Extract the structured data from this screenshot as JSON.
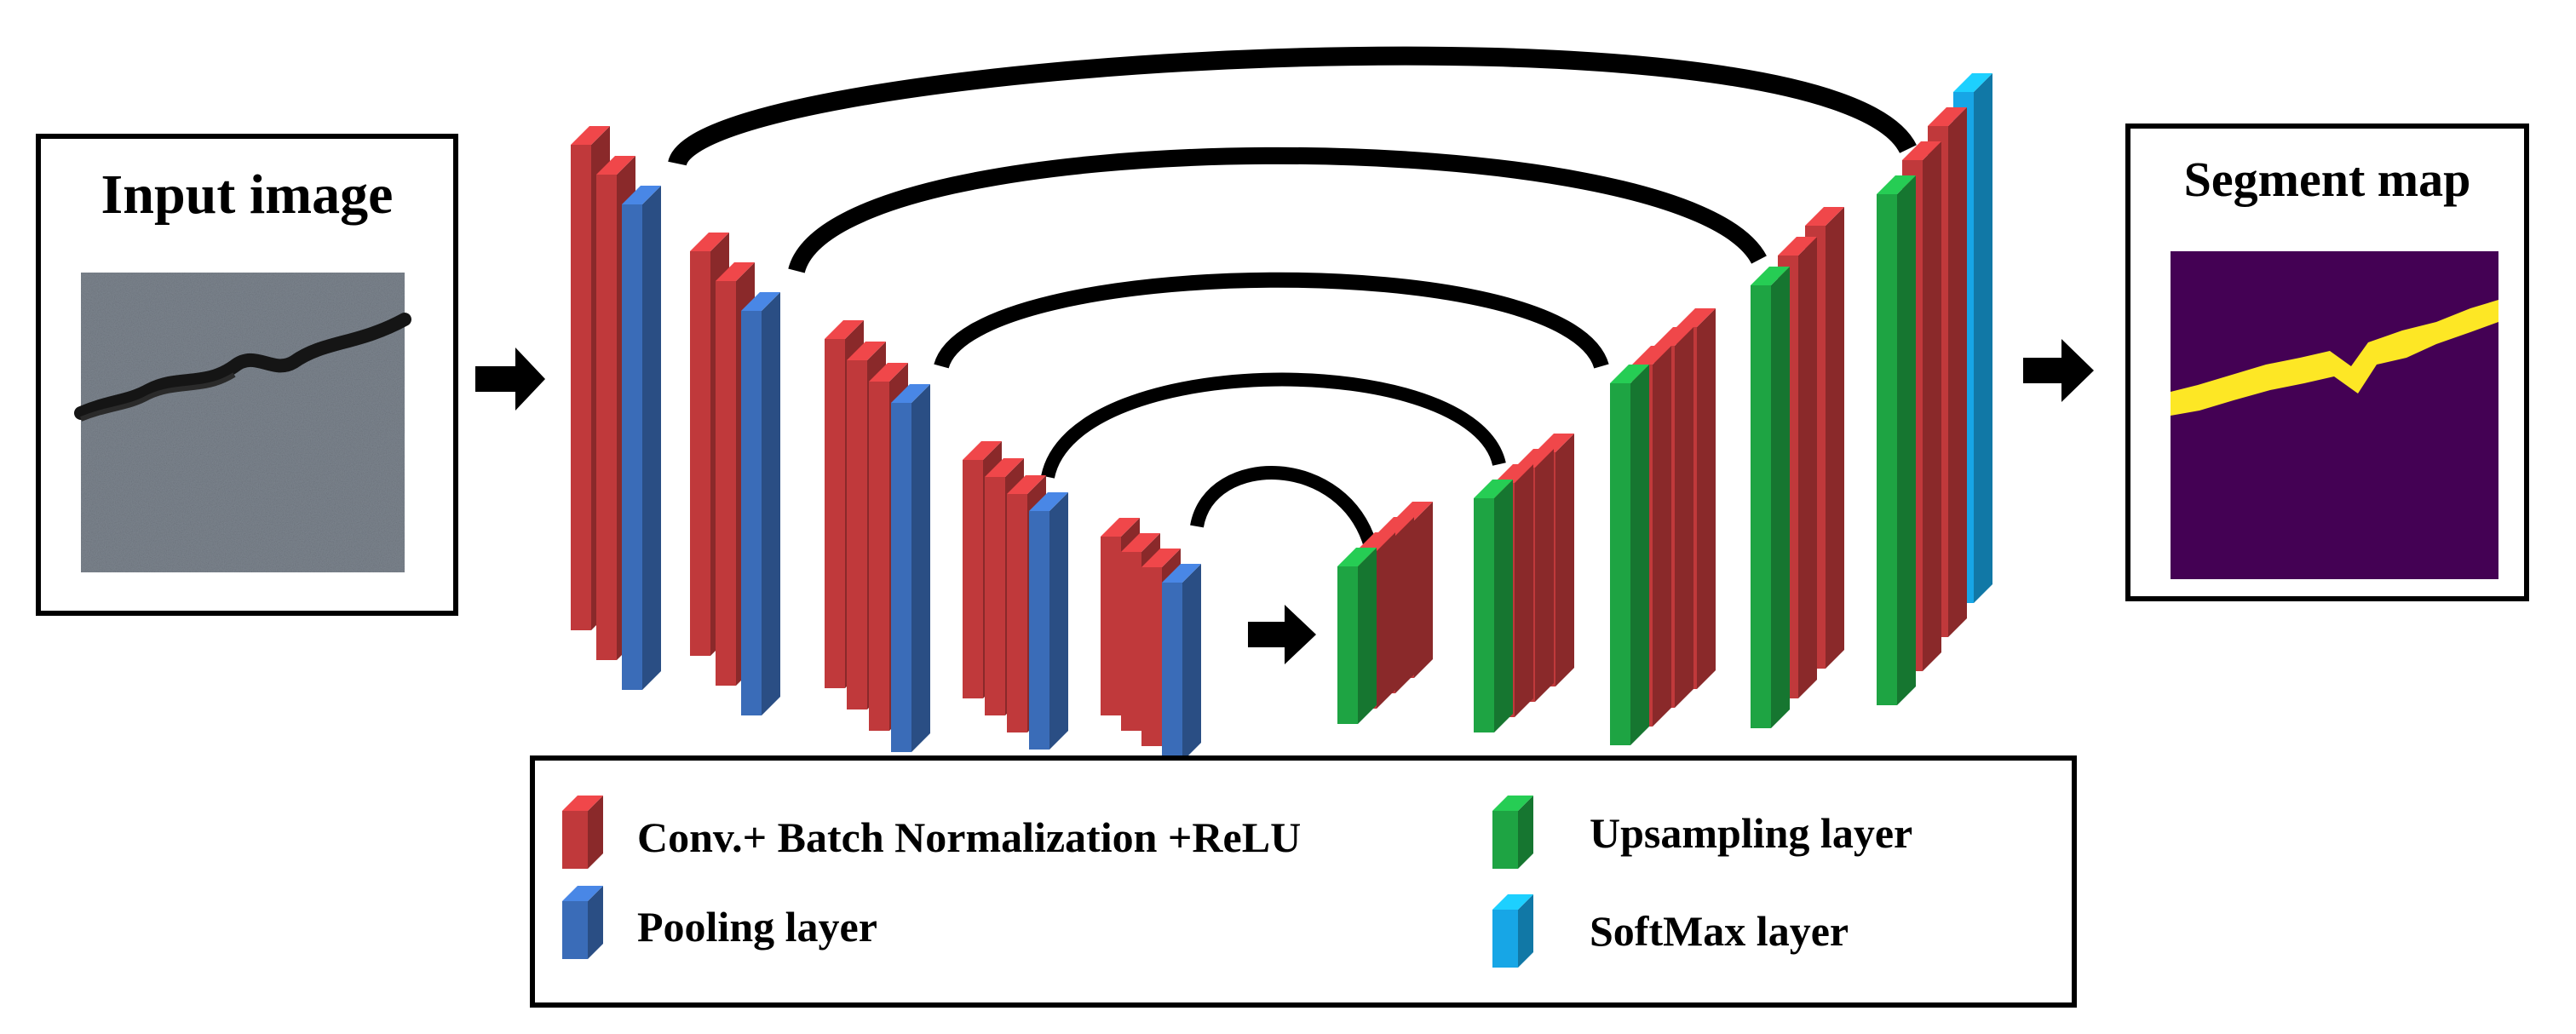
{
  "input": {
    "title": "Input image"
  },
  "output": {
    "title": "Segment map"
  },
  "legend": {
    "items": [
      {
        "key": "conv",
        "label": "Conv.+ Batch Normalization +ReLU",
        "color": "#c0393b"
      },
      {
        "key": "pool",
        "label": "Pooling layer",
        "color": "#3a6cb8"
      },
      {
        "key": "up",
        "label": "Upsampling layer",
        "color": "#1ea443"
      },
      {
        "key": "softmax",
        "label": "SoftMax layer",
        "color": "#17a6e6"
      }
    ]
  },
  "colors": {
    "conv": "#c0393b",
    "pool": "#3a6cb8",
    "up": "#1ea443",
    "softmax": "#17a6e6",
    "segment_background": "#440154",
    "segment_crack": "#fde725",
    "arrow": "#000000",
    "input_photo": "#7d858f"
  },
  "icons": {
    "flow_arrow": "right-arrow-icon",
    "skip_connection": "curved-skip-connection"
  }
}
